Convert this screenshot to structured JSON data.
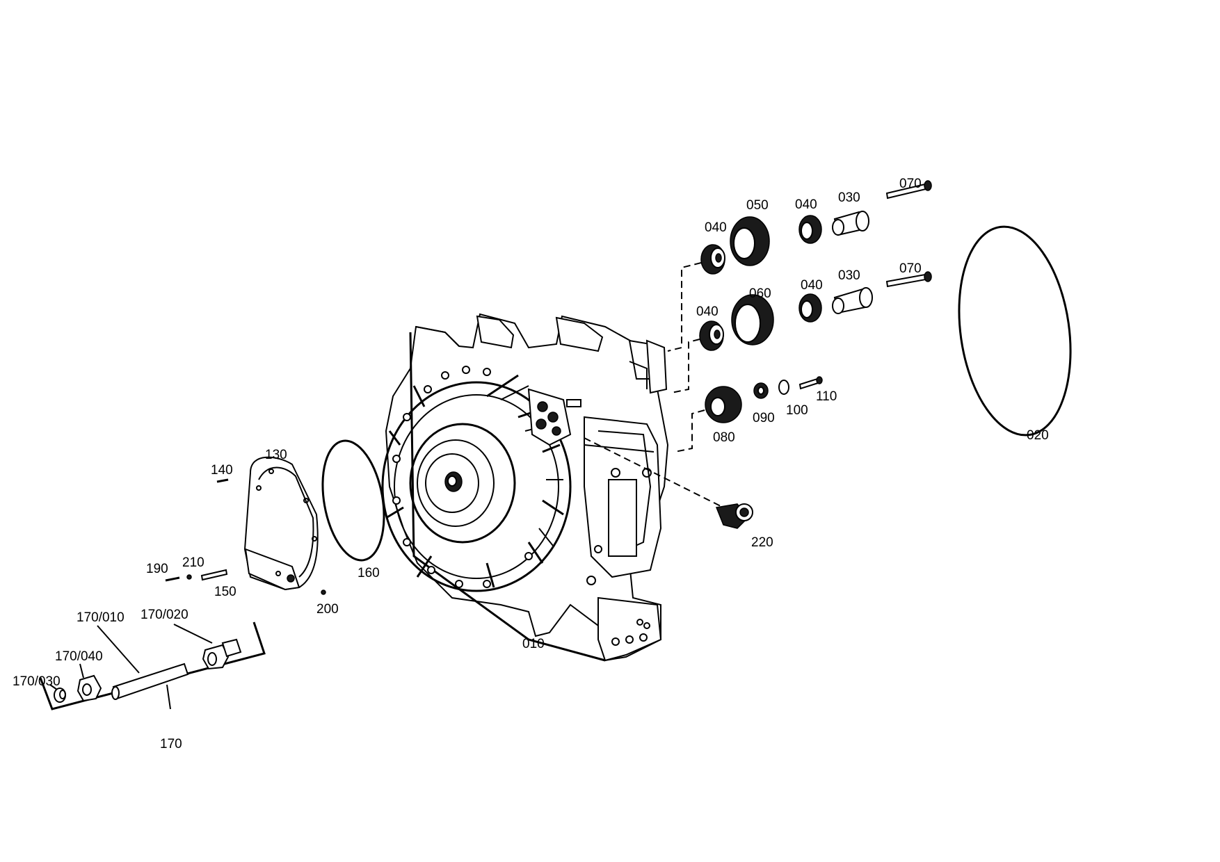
{
  "labels": [
    {
      "id": "p010",
      "text": "010"
    },
    {
      "id": "p020",
      "text": "020"
    },
    {
      "id": "p030a",
      "text": "030"
    },
    {
      "id": "p030b",
      "text": "030"
    },
    {
      "id": "p040a",
      "text": "040"
    },
    {
      "id": "p040b",
      "text": "040"
    },
    {
      "id": "p040c",
      "text": "040"
    },
    {
      "id": "p040d",
      "text": "040"
    },
    {
      "id": "p050",
      "text": "050"
    },
    {
      "id": "p060",
      "text": "060"
    },
    {
      "id": "p070a",
      "text": "070"
    },
    {
      "id": "p070b",
      "text": "070"
    },
    {
      "id": "p080",
      "text": "080"
    },
    {
      "id": "p090",
      "text": "090"
    },
    {
      "id": "p100",
      "text": "100"
    },
    {
      "id": "p110",
      "text": "110"
    },
    {
      "id": "p130",
      "text": "130"
    },
    {
      "id": "p140",
      "text": "140"
    },
    {
      "id": "p150",
      "text": "150"
    },
    {
      "id": "p160",
      "text": "160"
    },
    {
      "id": "p170",
      "text": "170"
    },
    {
      "id": "p170_010",
      "text": "170/010"
    },
    {
      "id": "p170_020",
      "text": "170/020"
    },
    {
      "id": "p170_030",
      "text": "170/030"
    },
    {
      "id": "p170_040",
      "text": "170/040"
    },
    {
      "id": "p190",
      "text": "190"
    },
    {
      "id": "p200",
      "text": "200"
    },
    {
      "id": "p210",
      "text": "210"
    },
    {
      "id": "p220",
      "text": "220"
    }
  ]
}
